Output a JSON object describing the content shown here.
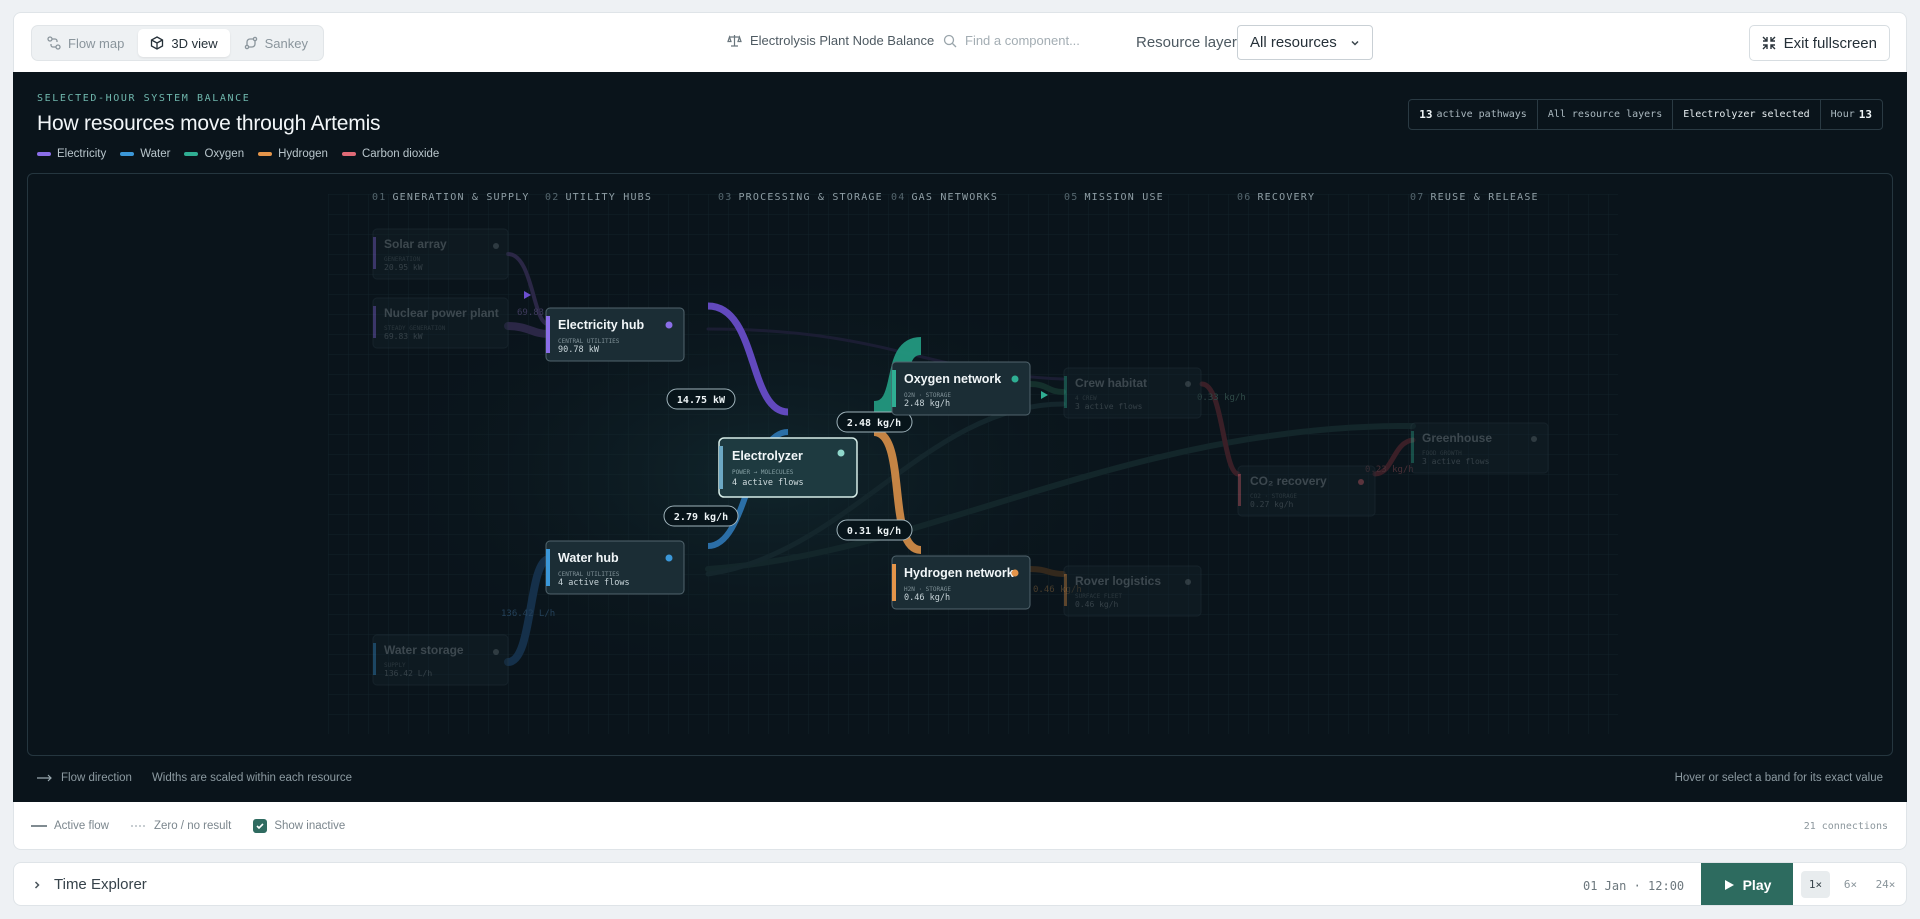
{
  "toolbar": {
    "views": [
      {
        "label": "Flow map",
        "icon": "flow-map-icon",
        "active": false
      },
      {
        "label": "3D view",
        "icon": "cube-icon",
        "active": true
      },
      {
        "label": "Sankey",
        "icon": "sankey-icon",
        "active": false
      }
    ],
    "title": "Electrolysis Plant Node Balance",
    "search_placeholder": "Find a component...",
    "resource_layer_label": "Resource layer",
    "resource_layer_value": "All resources",
    "exit_label": "Exit fullscreen"
  },
  "panel": {
    "eyebrow": "SELECTED-HOUR SYSTEM BALANCE",
    "title": "How resources move through Artemis",
    "legend": [
      {
        "label": "Electricity",
        "color": "#8b6ee8"
      },
      {
        "label": "Water",
        "color": "#3b97d8"
      },
      {
        "label": "Oxygen",
        "color": "#2fae93"
      },
      {
        "label": "Hydrogen",
        "color": "#e5954a"
      },
      {
        "label": "Carbon dioxide",
        "color": "#e06a76"
      }
    ],
    "stats": {
      "pathways_count": "13",
      "pathways_label": "active pathways",
      "layers": "All resource layers",
      "selected": "Electrolyzer selected",
      "hour_label": "Hour",
      "hour_value": "13"
    },
    "columns": [
      {
        "num": "01",
        "label": "GENERATION & SUPPLY"
      },
      {
        "num": "02",
        "label": "UTILITY HUBS"
      },
      {
        "num": "03",
        "label": "PROCESSING & STORAGE"
      },
      {
        "num": "04",
        "label": "GAS NETWORKS"
      },
      {
        "num": "05",
        "label": "MISSION USE"
      },
      {
        "num": "06",
        "label": "RECOVERY"
      },
      {
        "num": "07",
        "label": "REUSE & RELEASE"
      }
    ],
    "nodes": [
      {
        "id": "solar",
        "name": "Solar array",
        "sub": "GENERATION",
        "val": "20.95 kW",
        "col": "#8b6ee8",
        "active": false
      },
      {
        "id": "nuclear",
        "name": "Nuclear power plant",
        "sub": "STEADY GENERATION",
        "val": "69.83 kW",
        "col": "#8b6ee8",
        "active": false
      },
      {
        "id": "water_storage",
        "name": "Water storage",
        "sub": "SUPPLY",
        "val": "136.42 L/h",
        "col": "#3b97d8",
        "active": false
      },
      {
        "id": "elec_hub",
        "name": "Electricity hub",
        "sub": "CENTRAL UTILITIES",
        "val": "90.78 kW",
        "col": "#8b6ee8",
        "active": true
      },
      {
        "id": "water_hub",
        "name": "Water hub",
        "sub": "CENTRAL UTILITIES",
        "val": "4 active flows",
        "col": "#3b97d8",
        "active": true
      },
      {
        "id": "electrolyzer",
        "name": "Electrolyzer",
        "sub": "POWER → MOLECULES",
        "val": "4 active flows",
        "col": "#8fd7cb",
        "active": true,
        "selected": true
      },
      {
        "id": "oxygen",
        "name": "Oxygen network",
        "sub": "O2N · STORAGE",
        "val": "2.48 kg/h",
        "col": "#2fae93",
        "active": true
      },
      {
        "id": "hydrogen",
        "name": "Hydrogen network",
        "sub": "H2N · STORAGE",
        "val": "0.46 kg/h",
        "col": "#e5954a",
        "active": true
      },
      {
        "id": "crew",
        "name": "Crew habitat",
        "sub": "4 CREW",
        "val": "3 active flows",
        "col": "#2fae93",
        "active": false
      },
      {
        "id": "rover",
        "name": "Rover logistics",
        "sub": "SURFACE FLEET",
        "val": "0.46 kg/h",
        "col": "#e5954a",
        "active": false
      },
      {
        "id": "co2",
        "name": "CO₂ recovery",
        "sub": "CO2 · STORAGE",
        "val": "0.27 kg/h",
        "col": "#e06a76",
        "active": false
      },
      {
        "id": "greenhouse",
        "name": "Greenhouse",
        "sub": "FOOD GROWTH",
        "val": "3 active flows",
        "col": "#2fae93",
        "active": false
      }
    ],
    "flow_labels": [
      {
        "text": "14.75 kW",
        "bright": true
      },
      {
        "text": "2.48 kg/h",
        "bright": true
      },
      {
        "text": "2.79 kg/h",
        "bright": true
      },
      {
        "text": "0.31 kg/h",
        "bright": true
      },
      {
        "text": "69.83 kW",
        "bright": false
      },
      {
        "text": "136.42 L/h",
        "bright": false
      },
      {
        "text": "0.33 kg/h",
        "bright": false
      },
      {
        "text": "0.23 kg/h",
        "bright": false
      },
      {
        "text": "0.46 kg/h",
        "bright": false
      }
    ],
    "footer_direction": "Flow direction",
    "footer_note": "Widths are scaled within each resource",
    "footer_hint": "Hover or select a band for its exact value"
  },
  "strip": {
    "active_flow": "Active flow",
    "zero_flow": "Zero / no result",
    "show_inactive": "Show inactive",
    "connections": "21 connections"
  },
  "timebar": {
    "title": "Time Explorer",
    "date": "01 Jan · 12:00",
    "play_label": "Play",
    "speeds": [
      "1×",
      "6×",
      "24×"
    ]
  }
}
